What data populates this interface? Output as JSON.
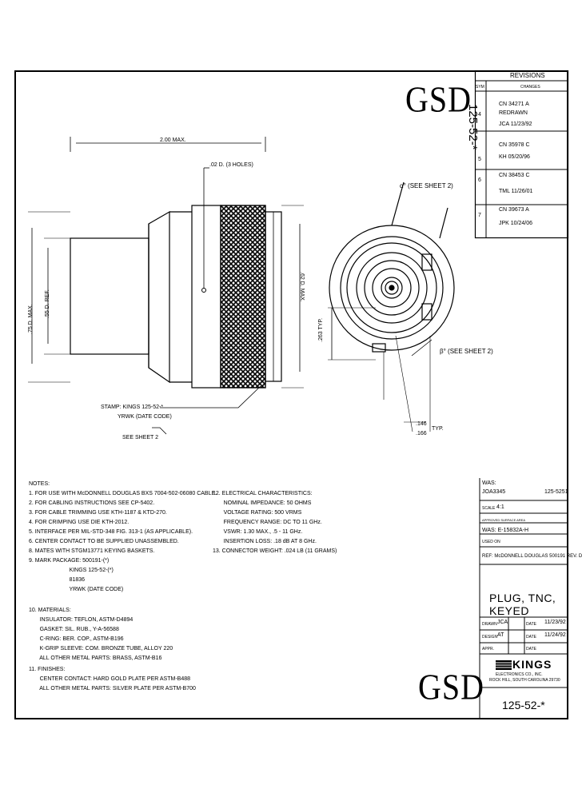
{
  "stamps": {
    "top": "GSD",
    "bottom": "GSD"
  },
  "part_number_vertical": "125-52-*",
  "revisions": {
    "header": "REVISIONS",
    "col_sym": "SYM",
    "col_changes": "CHANGES",
    "rows": [
      {
        "sym": "4",
        "lines": [
          "CN 34271 A",
          "REDRAWN",
          "JCA 11/23/92"
        ]
      },
      {
        "sym": "5",
        "lines": [
          "CN 35978 C",
          "KH 05/20/96"
        ]
      },
      {
        "sym": "6",
        "lines": [
          "CN 38453 C",
          "TML 11/26/01"
        ]
      },
      {
        "sym": "7",
        "lines": [
          "CN 39673 A",
          "JPK 10/24/06"
        ]
      }
    ]
  },
  "dims": {
    "overall_length": "2.00 MAX.",
    "holes": ".02 D. (3 HOLES)",
    "body_dia": ".75 D. MAX.",
    "ref_dia": ".55 D. REF.",
    "knurl_dia": ".62 D. MAX.",
    "alpha": "α° (SEE SHEET 2)",
    "beta": "β° (SEE SHEET 2)",
    "typ_263": ".263 TYP.",
    "dim_146": ".146",
    "dim_166": ".166",
    "typ": "TYP."
  },
  "stamp_note": [
    "STAMP: KINGS 125-52-*",
    "YRWK (DATE CODE)"
  ],
  "see_sheet2": "SEE SHEET 2",
  "notes_left": [
    "NOTES:",
    " 1. FOR USE WITH McDONNELL DOUGLAS BXS 7004-502-06080 CABLE.",
    " 2. FOR CABLING INSTRUCTIONS SEE CP-5402.",
    " 3. FOR CABLE TRIMMING USE KTH-1187 & KTD-270.",
    " 4. FOR CRIMPING USE DIE KTH-2012.",
    " 5. INTERFACE PER MIL-STD-348 FIG. 313-1 (AS APPLICABLE).",
    " 6. CENTER CONTACT TO BE SUPPLIED UNASSEMBLED.",
    " 8. MATES WITH STGM13771 KEYING BASKETS.",
    " 9. MARK PACKAGE: 500191-(*)",
    "                          KINGS 125-52-(*)",
    "                          81836",
    "                          YRWK (DATE CODE)",
    "",
    "10. MATERIALS:",
    "       INSULATOR: TEFLON, ASTM-D4894",
    "       GASKET: SIL. RUB., Y-A-56588",
    "       C-RING: BER. COP., ASTM-B196",
    "       K-GRIP SLEEVE: COM. BRONZE TUBE, ALLOY 220",
    "       ALL OTHER METAL PARTS: BRASS, ASTM-B16",
    "11. FINISHES:",
    "       CENTER CONTACT: HARD GOLD PLATE PER ASTM-B488",
    "       ALL OTHER METAL PARTS: SILVER PLATE PER ASTM-B700"
  ],
  "notes_right": [
    "12. ELECTRICAL CHARACTERISTICS:",
    "       NOMINAL IMPEDANCE: 50 OHMS",
    "       VOLTAGE RATING: 500 VRMS",
    "       FREQUENCY RANGE: DC TO 11 GHz.",
    "       VSWR: 1.30 MAX., .5 - 11 GHz.",
    "       INSERTION LOSS: .18 dB AT 8 GHz.",
    "13. CONNECTOR WEIGHT: .024 LB (11 GRAMS)"
  ],
  "title_block": {
    "was_label": "WAS:",
    "was_value": "JOA3345",
    "pn_small": "125-5251",
    "scale_label": "SCALE",
    "scale_value": "4:1",
    "surface_label": "APPROVED SURFACE AREA",
    "was2": "WAS: E-15832A-H",
    "used_on": "USED ON",
    "ref": "REF: McDONNELL DOUGLAS 500191 REV. D",
    "title": "PLUG, TNC, KEYED",
    "drawn_label": "DRAWN",
    "drawn_by": "JCA",
    "date_label": "DATE",
    "drawn_date": "11/23/92",
    "design_label": "DESIGN",
    "design_by": "AT",
    "design_date": "11/24/92",
    "appr_label": "APPR.",
    "appr_date_label": "DATE",
    "company": "KINGS",
    "company_line1": "ELECTRONICS CO., INC.",
    "company_line2": "ROCK HILL, SOUTH CAROLINA 29730",
    "part_number": "125-52-*"
  }
}
